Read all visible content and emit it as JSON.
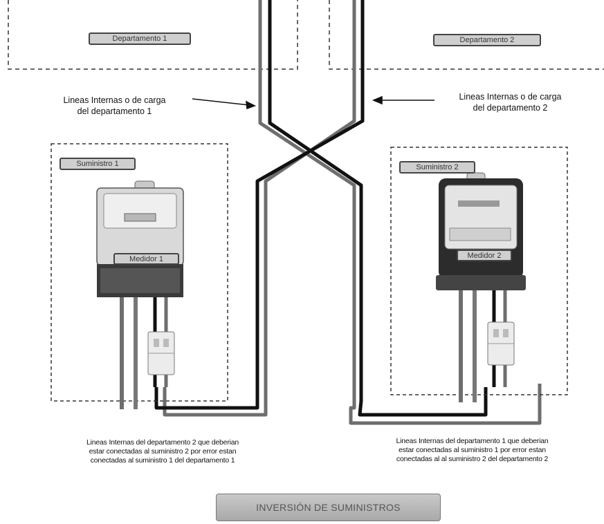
{
  "departments": {
    "dept1": "Departamento 1",
    "dept2": "Departamento 2"
  },
  "labels": {
    "load_lines_dept1": [
      "Lineas Internas o de carga",
      "del departamento 1"
    ],
    "load_lines_dept2": [
      "Lineas Internas o de carga",
      "del departamento 2"
    ]
  },
  "supplies": {
    "supply1": "Suministro 1",
    "supply2": "Suministro 2"
  },
  "meters": {
    "meter1": "Medidor 1",
    "meter2": "Medidor 2"
  },
  "notes": {
    "note_left": [
      "Lineas Internas  del departamento 2 que deberian",
      "estar conectadas al suministro 2 por error  estan",
      "conectadas  al suministro 1 del departamento 1"
    ],
    "note_right": [
      "Lineas Internas  del departamento 1 que deberian",
      "estar conectadas al suministro 1 por error  estan",
      "conectadas al  al suministro 2 del departamento 2"
    ]
  },
  "title": "INVERSIÓN DE SUMINISTROS",
  "colors": {
    "wire_black": "#111111",
    "wire_grey": "#6e6e6e",
    "meter_body": "#d6d6d6",
    "breaker": "#e8e8e8"
  }
}
